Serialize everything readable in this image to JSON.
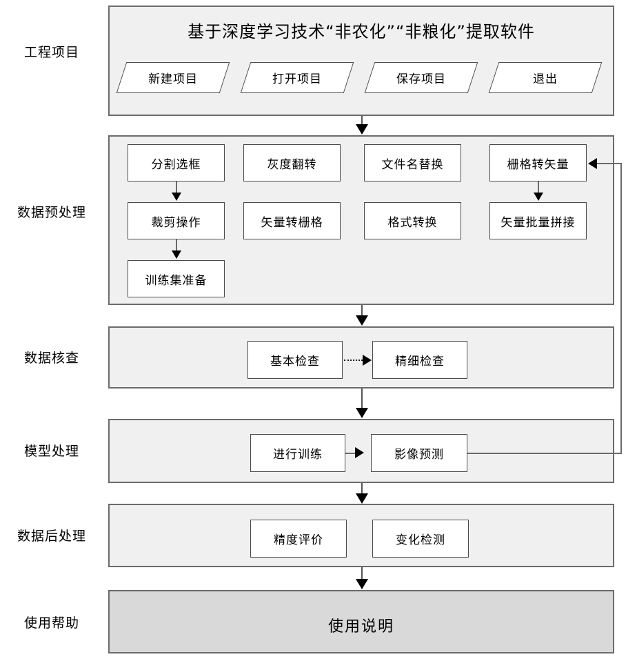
{
  "diagram": {
    "title": "基于深度学习技术“非农化”“非粮化”提取软件",
    "stages": [
      {
        "id": "project",
        "label": "工程项目"
      },
      {
        "id": "preprocess",
        "label": "数据预处理"
      },
      {
        "id": "datacheck",
        "label": "数据核查"
      },
      {
        "id": "model",
        "label": "模型处理"
      },
      {
        "id": "postprocess",
        "label": "数据后处理"
      },
      {
        "id": "help",
        "label": "使用帮助"
      }
    ],
    "project_buttons": [
      {
        "id": "new-project",
        "label": "新建项目"
      },
      {
        "id": "open-project",
        "label": "打开项目"
      },
      {
        "id": "save-project",
        "label": "保存项目"
      },
      {
        "id": "exit",
        "label": "退出"
      }
    ],
    "preprocess_nodes": {
      "col1": [
        {
          "id": "split-box",
          "label": "分割选框"
        },
        {
          "id": "crop-op",
          "label": "裁剪操作"
        },
        {
          "id": "trainset-prep",
          "label": "训练集准备"
        }
      ],
      "col2": [
        {
          "id": "gray-invert",
          "label": "灰度翻转"
        },
        {
          "id": "vector-to-raster",
          "label": "矢量转栅格"
        }
      ],
      "col3": [
        {
          "id": "filename-replace",
          "label": "文件名替换"
        },
        {
          "id": "format-convert",
          "label": "格式转换"
        }
      ],
      "col4": [
        {
          "id": "raster-to-vector",
          "label": "栅格转矢量"
        },
        {
          "id": "vector-batch-merge",
          "label": "矢量批量拼接"
        }
      ]
    },
    "datacheck_nodes": [
      {
        "id": "basic-check",
        "label": "基本检查"
      },
      {
        "id": "fine-check",
        "label": "精细检查"
      }
    ],
    "model_nodes": [
      {
        "id": "run-training",
        "label": "进行训练"
      },
      {
        "id": "image-predict",
        "label": "影像预测"
      }
    ],
    "postprocess_nodes": [
      {
        "id": "accuracy-eval",
        "label": "精度评价"
      },
      {
        "id": "change-detect",
        "label": "变化检测"
      }
    ],
    "help_node": {
      "id": "usage-manual",
      "label": "使用说明"
    },
    "colors": {
      "panel_fill": "#f0f0f0",
      "help_fill": "#d9d9d9",
      "panel_border": "#6b6b6b",
      "node_fill": "#ffffff",
      "node_border": "#4a4a4a",
      "connector": "#555555",
      "arrow": "#000000",
      "background": "#ffffff"
    }
  }
}
